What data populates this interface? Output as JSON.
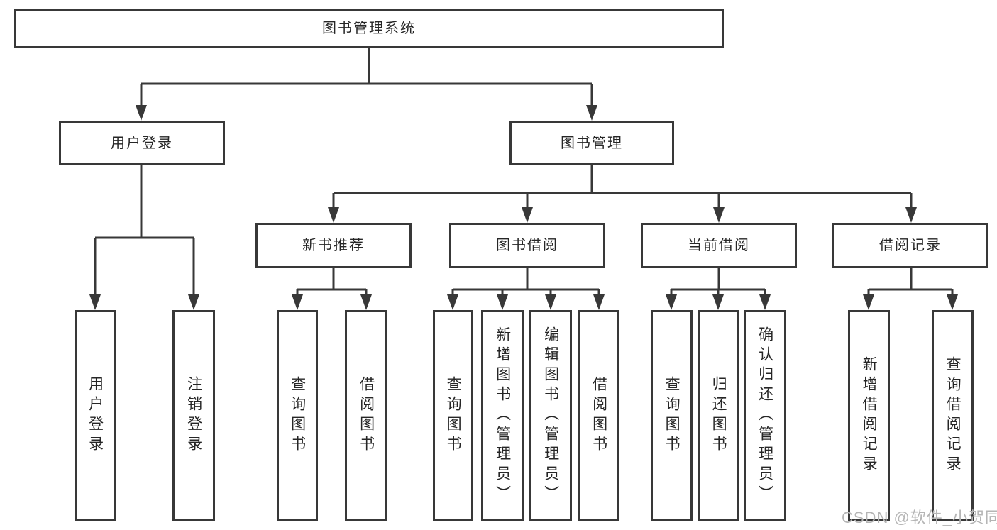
{
  "diagram": {
    "root": {
      "label": "图书管理系统"
    },
    "branches": [
      {
        "label": "用户登录",
        "children": [
          {
            "label": "用户登录"
          },
          {
            "label": "注销登录"
          }
        ]
      },
      {
        "label": "图书管理",
        "children": [
          {
            "label": "新书推荐",
            "children": [
              {
                "label": "查询图书"
              },
              {
                "label": "借阅图书"
              }
            ]
          },
          {
            "label": "图书借阅",
            "children": [
              {
                "label": "查询图书"
              },
              {
                "label": "新增图书（管理员）"
              },
              {
                "label": "编辑图书（管理员）"
              },
              {
                "label": "借阅图书"
              }
            ]
          },
          {
            "label": "当前借阅",
            "children": [
              {
                "label": "查询图书"
              },
              {
                "label": "归还图书"
              },
              {
                "label": "确认归还（管理员）"
              }
            ]
          },
          {
            "label": "借阅记录",
            "children": [
              {
                "label": "新增借阅记录"
              },
              {
                "label": "查询借阅记录"
              }
            ]
          }
        ]
      }
    ],
    "watermark": "CSDN @软件_小贺同学",
    "colors": {
      "line": "#383838",
      "text": "#262626",
      "watermark": "#b5b5b5",
      "background": "#ffffff"
    }
  }
}
